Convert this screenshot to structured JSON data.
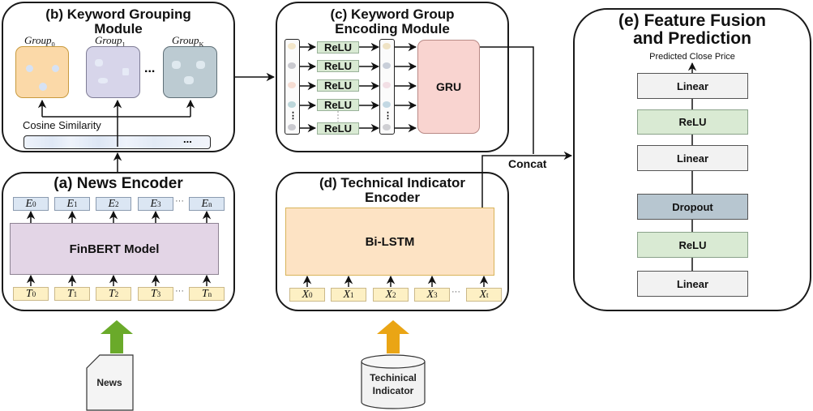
{
  "modules": {
    "grouping": {
      "title_line1": "(b) Keyword Grouping",
      "title_line2": "Module",
      "groups": [
        {
          "label": "Group",
          "sub": "0",
          "color": "#fbd9a8",
          "border": "#d4a846"
        },
        {
          "label": "Group",
          "sub": "1",
          "color": "#d7d5ea",
          "border": "#8c8aa3"
        },
        {
          "label": "Group",
          "sub": "K",
          "color": "#bccbd2",
          "border": "#6b7c84"
        }
      ],
      "ellipsis": "...",
      "similarity_label": "Cosine Similarity",
      "similarity_ellipsis": "..."
    },
    "group_encoding": {
      "title_line1": "(c) Keyword Group",
      "title_line2": "Encoding Module",
      "relu_labels": [
        "ReLU",
        "ReLU",
        "ReLU",
        "ReLU",
        "ReLU"
      ],
      "vertical_ellipsis": "⋮",
      "gru_label": "GRU"
    },
    "feature_fusion": {
      "title_line1": "(e) Feature Fusion",
      "title_line2": "and Prediction",
      "output_label": "Predicted Close Price",
      "layers": [
        {
          "label": "Linear",
          "kind": "linear"
        },
        {
          "label": "ReLU",
          "kind": "relu"
        },
        {
          "label": "Linear",
          "kind": "linear"
        },
        {
          "label": "Dropout",
          "kind": "dropout"
        },
        {
          "label": "ReLU",
          "kind": "relu"
        },
        {
          "label": "Linear",
          "kind": "linear"
        }
      ]
    },
    "news_encoder": {
      "title": "(a) News Encoder",
      "model_label": "FinBERT Model",
      "outputs": [
        {
          "sym": "E",
          "sub": "0"
        },
        {
          "sym": "E",
          "sub": "1"
        },
        {
          "sym": "E",
          "sub": "2"
        },
        {
          "sym": "E",
          "sub": "3"
        },
        {
          "sym": "E",
          "sub": "n"
        }
      ],
      "inputs": [
        {
          "sym": "T",
          "sub": "0"
        },
        {
          "sym": "T",
          "sub": "1"
        },
        {
          "sym": "T",
          "sub": "2"
        },
        {
          "sym": "T",
          "sub": "3"
        },
        {
          "sym": "T",
          "sub": "n"
        }
      ],
      "ellipsis": "···"
    },
    "technical_encoder": {
      "title_line1": "(d) Technical Indicator",
      "title_line2": "Encoder",
      "model_label": "Bi-LSTM",
      "inputs": [
        {
          "sym": "X",
          "sub": "0"
        },
        {
          "sym": "X",
          "sub": "1"
        },
        {
          "sym": "X",
          "sub": "2"
        },
        {
          "sym": "X",
          "sub": "3"
        },
        {
          "sym": "X",
          "sub": "t"
        }
      ],
      "ellipsis": "···"
    }
  },
  "connectors": {
    "concat_label": "Concat"
  },
  "sources": {
    "news": {
      "label": "News",
      "arrow_color": "#6aaa2a"
    },
    "technical": {
      "label_line1": "Techinical",
      "label_line2": "Indicator",
      "arrow_color": "#eaa515"
    }
  },
  "colors": {
    "linear": "#f2f2f2",
    "relu": "#d9ead3",
    "dropout": "#b7c6d0",
    "finbert": "#e3d5e6",
    "bilstm": "#fde3c4",
    "gru": "#f9d4d0",
    "token": "#fdf0c4",
    "embedding": "#dbe6f3"
  }
}
